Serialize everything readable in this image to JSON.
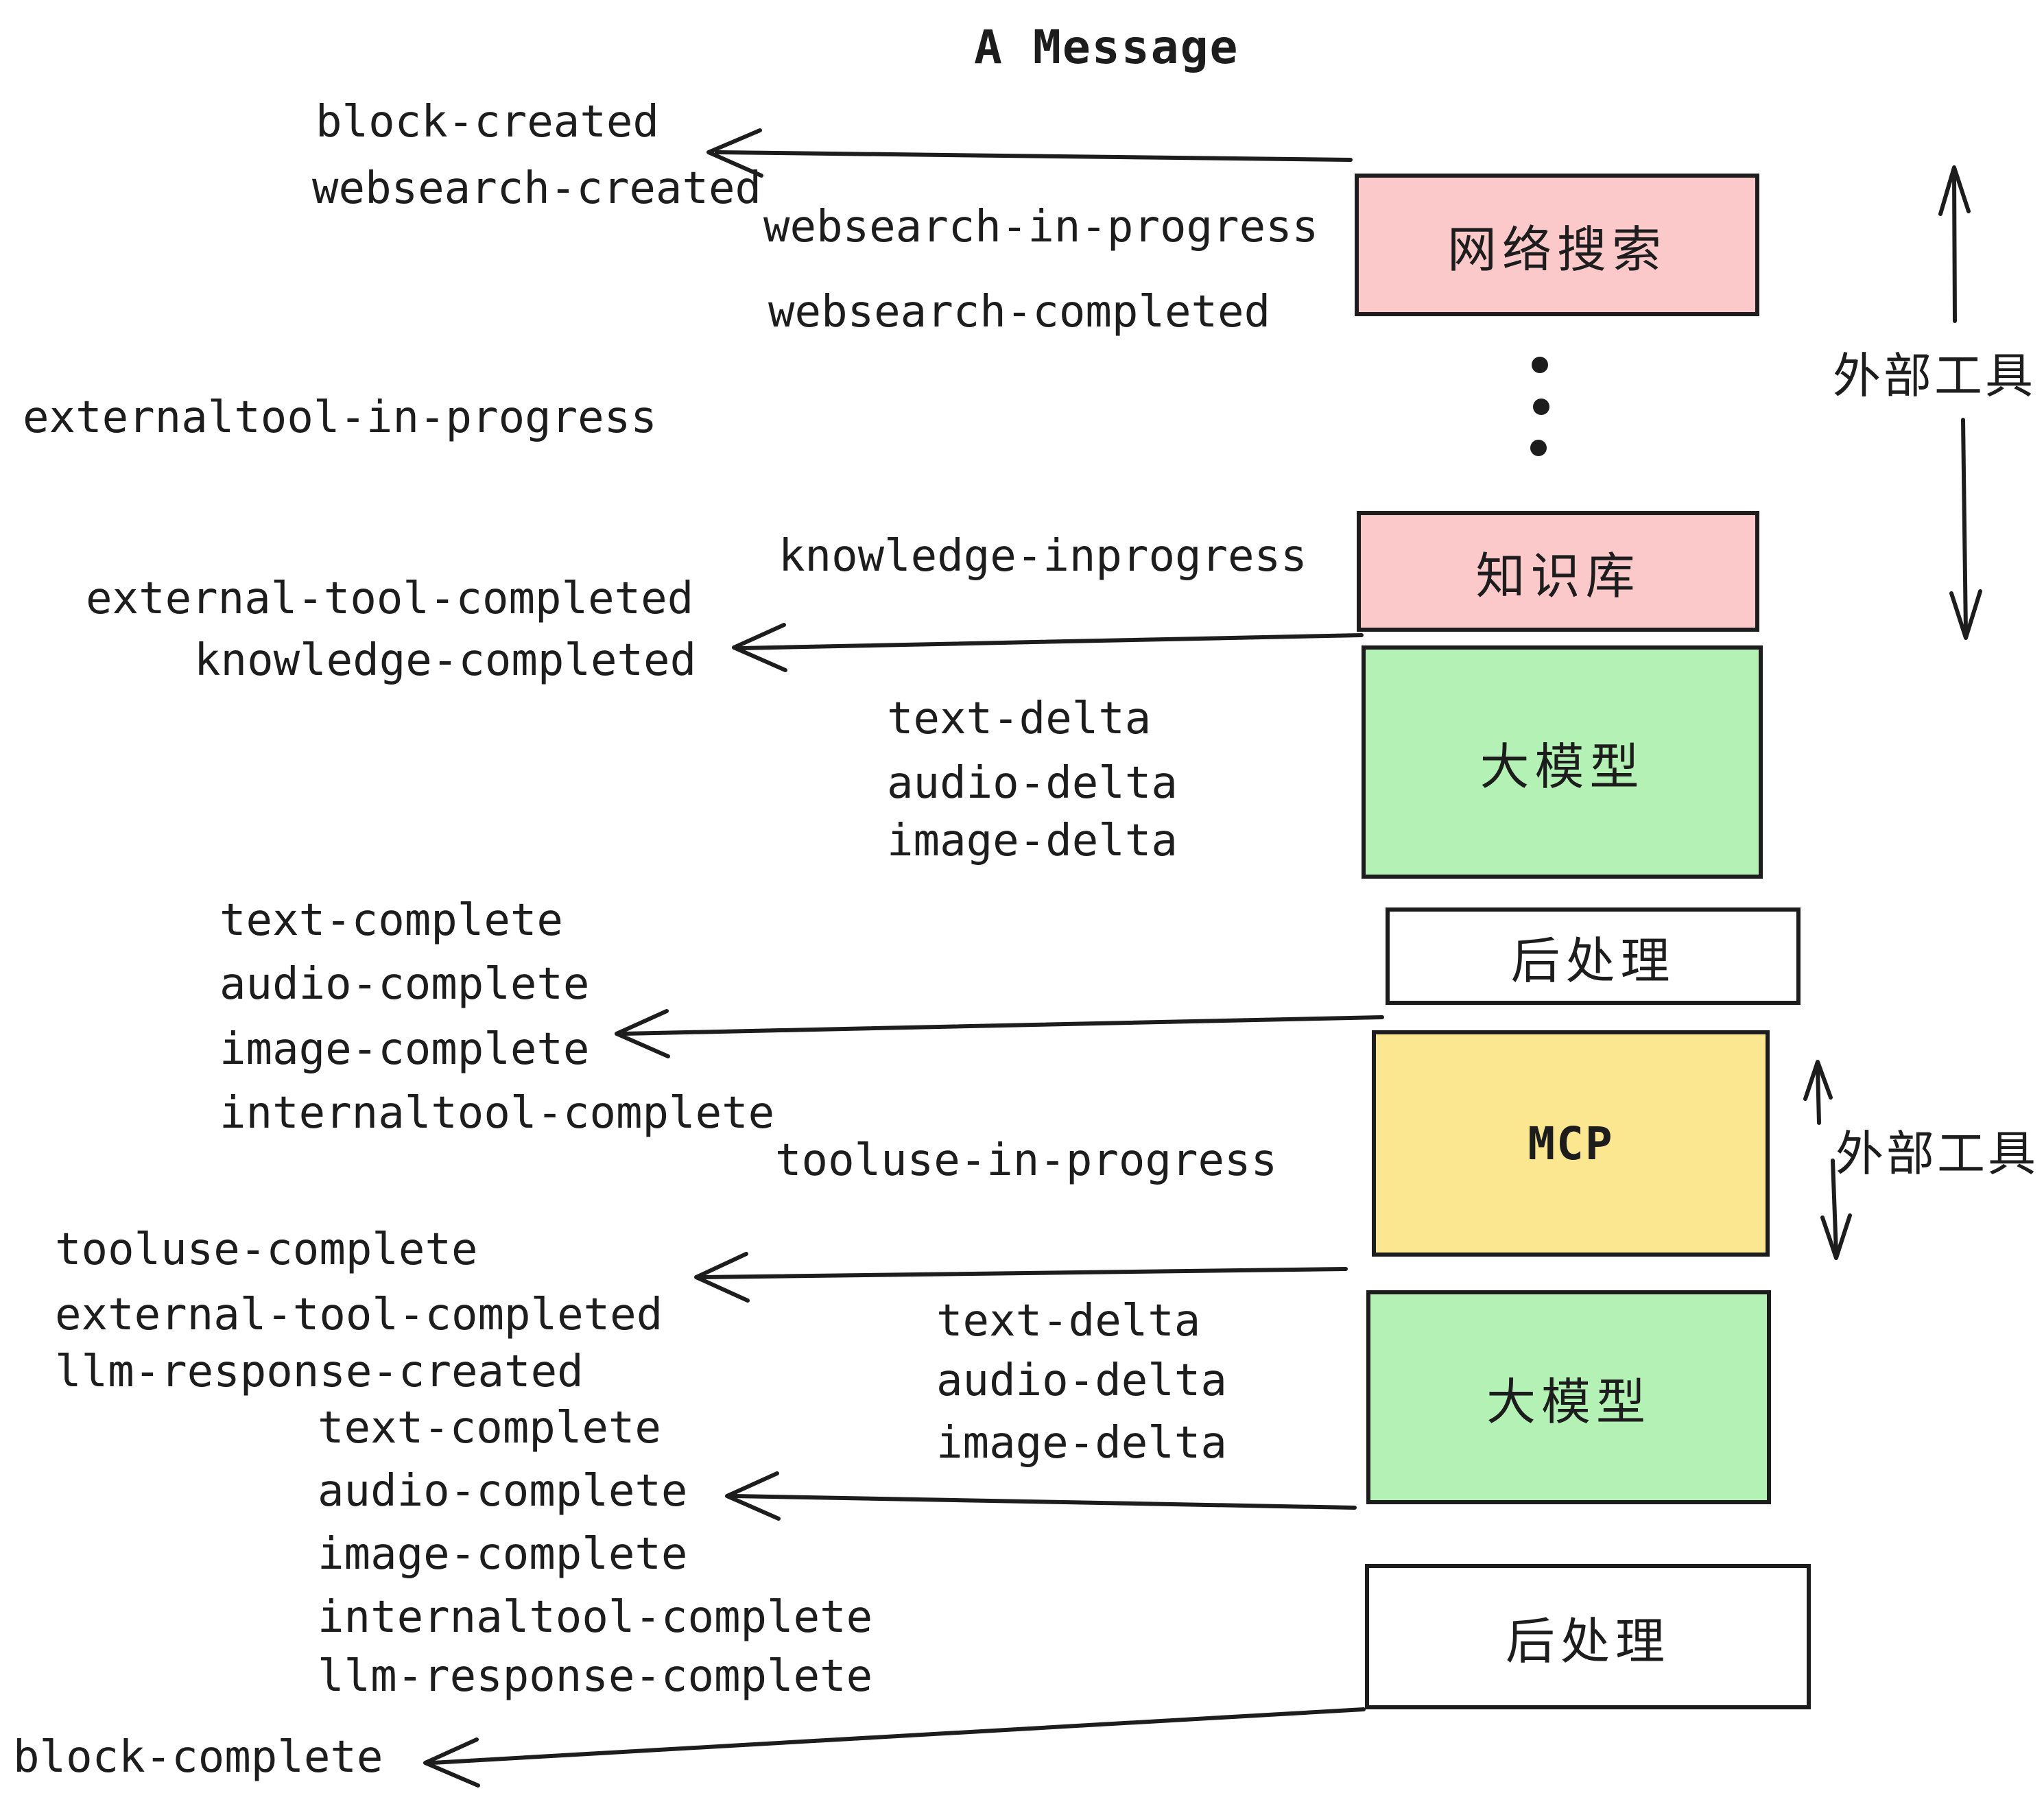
{
  "title": "A Message",
  "colors": {
    "pink": "#fbc9c9",
    "green": "#b4f1b4",
    "yellow": "#fae78f",
    "white": "#ffffff",
    "ink": "#1d1d1d"
  },
  "boxes": [
    {
      "label": "网络搜索",
      "color": "pink"
    },
    {
      "label": "知识库",
      "color": "pink"
    },
    {
      "label": "大模型",
      "color": "green"
    },
    {
      "label": "后处理",
      "color": "white"
    },
    {
      "label": "MCP",
      "color": "yellow"
    },
    {
      "label": "大模型",
      "color": "green"
    },
    {
      "label": "后处理",
      "color": "white"
    }
  ],
  "side_labels": [
    {
      "text": "外部工具"
    },
    {
      "text": "外部工具"
    }
  ],
  "events": [
    {
      "text": "block-created"
    },
    {
      "text": "websearch-created"
    },
    {
      "text": "websearch-in-progress"
    },
    {
      "text": "websearch-completed"
    },
    {
      "text": "externaltool-in-progress"
    },
    {
      "text": "knowledge-inprogress"
    },
    {
      "text": "external-tool-completed"
    },
    {
      "text": "knowledge-completed"
    },
    {
      "text": "text-delta"
    },
    {
      "text": "audio-delta"
    },
    {
      "text": "image-delta"
    },
    {
      "text": "text-complete"
    },
    {
      "text": "audio-complete"
    },
    {
      "text": "image-complete"
    },
    {
      "text": "internaltool-complete"
    },
    {
      "text": "tooluse-in-progress"
    },
    {
      "text": "tooluse-complete"
    },
    {
      "text": "external-tool-completed"
    },
    {
      "text": "llm-response-created"
    },
    {
      "text": "text-complete"
    },
    {
      "text": "audio-complete"
    },
    {
      "text": "image-complete"
    },
    {
      "text": "internaltool-complete"
    },
    {
      "text": "llm-response-complete"
    },
    {
      "text": "text-delta"
    },
    {
      "text": "audio-delta"
    },
    {
      "text": "image-delta"
    },
    {
      "text": "block-complete"
    }
  ]
}
